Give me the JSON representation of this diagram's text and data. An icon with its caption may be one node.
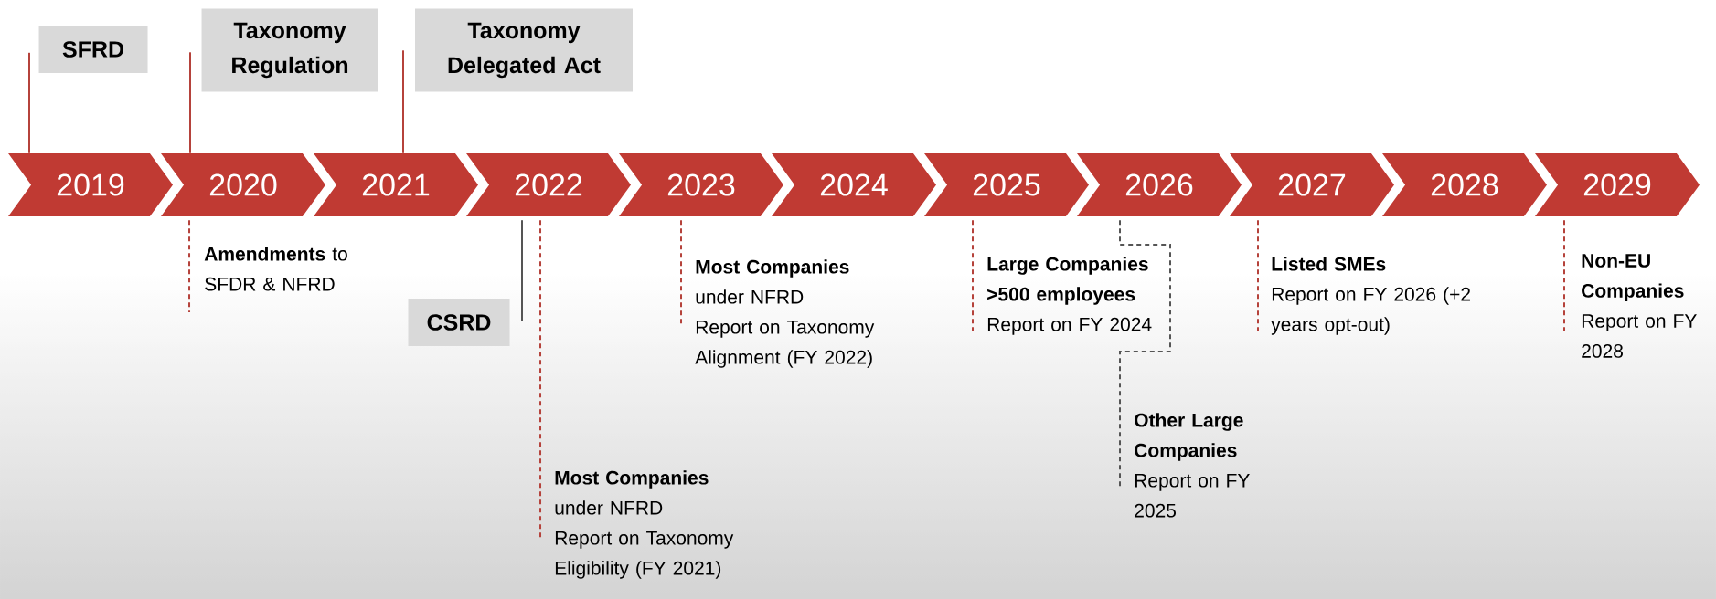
{
  "diagram": {
    "nodes": [
      {
        "text": [
          "SFRD"
        ]
      },
      {
        "text": [
          "Taxonomy Regulation"
        ]
      },
      {
        "text": [
          "Taxonomy Delegated Act"
        ]
      },
      {
        "text": [
          "2019"
        ]
      },
      {
        "text": [
          "2020"
        ]
      },
      {
        "text": [
          "2021"
        ]
      },
      {
        "text": [
          "2022"
        ]
      },
      {
        "text": [
          "2023"
        ]
      },
      {
        "text": [
          "2024"
        ]
      },
      {
        "text": [
          "2025"
        ]
      },
      {
        "text": [
          "2026"
        ]
      },
      {
        "text": [
          "2027"
        ]
      },
      {
        "text": [
          "2028"
        ]
      },
      {
        "text": [
          "2029"
        ]
      },
      {
        "text": [
          "**Amendments** to SFDR & NFRD"
        ]
      },
      {
        "text": [
          "CSRD"
        ]
      },
      {
        "text": [
          "Most Companies",
          "under NFRD",
          "Report on Taxonomy Alignment (FY 2022)"
        ]
      },
      {
        "text": [
          "Large Companies >500 employees",
          "Report on FY 2024"
        ]
      },
      {
        "text": [
          "Listed SMEs",
          "Report on FY 2026 (+2 years opt-out)"
        ]
      },
      {
        "text": [
          "Non-EU Companies",
          "Report on FY 2028"
        ]
      },
      {
        "text": [
          "Most Companies",
          "under NFRD",
          "Report on Taxonomy Eligibility (FY 2021)"
        ]
      },
      {
        "text": [
          "Other Large Companies",
          "Report on FY 2025"
        ]
      }
    ],
    "edges": [
      {
        "from": 3,
        "to": 0,
        "arrow": "none"
      },
      {
        "from": 4,
        "to": 1,
        "arrow": "none"
      },
      {
        "from": 5,
        "to": 2,
        "arrow": "none"
      },
      {
        "from": 6,
        "to": 15,
        "arrow": "none",
        "color": "#555555"
      },
      {
        "from": 4,
        "to": 14,
        "arrow": "none",
        "style": "dashed"
      },
      {
        "from": 6,
        "to": 20,
        "arrow": "none",
        "style": "dashed"
      },
      {
        "from": 7,
        "to": 16,
        "arrow": "none",
        "style": "dashed"
      },
      {
        "from": 9,
        "to": 17,
        "arrow": "none",
        "style": "dashed"
      },
      {
        "from": 10,
        "to": 21,
        "arrow": "none",
        "style": "dashed",
        "color": "#555555"
      },
      {
        "from": 11,
        "to": 18,
        "arrow": "none",
        "style": "dashed"
      },
      {
        "from": 13,
        "to": 19,
        "arrow": "none",
        "style": "dashed"
      }
    ]
  }
}
